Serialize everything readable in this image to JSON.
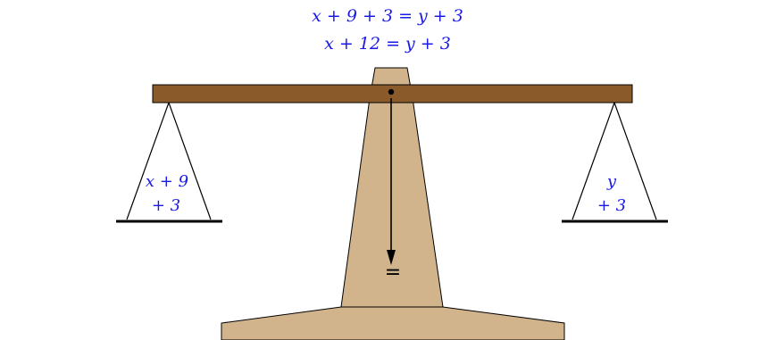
{
  "equations": {
    "line1": "x + 9 + 3 = y + 3",
    "line2": "x + 12 = y + 3"
  },
  "left_pan": {
    "line1": "x + 9",
    "line2": "+ 3"
  },
  "right_pan": {
    "line1": "y",
    "line2": "+ 3"
  },
  "pointer": {
    "symbol": "="
  },
  "colors": {
    "beam": "#8b5a2b",
    "stand": "#d2b48c",
    "text": "#1a1ae6"
  }
}
